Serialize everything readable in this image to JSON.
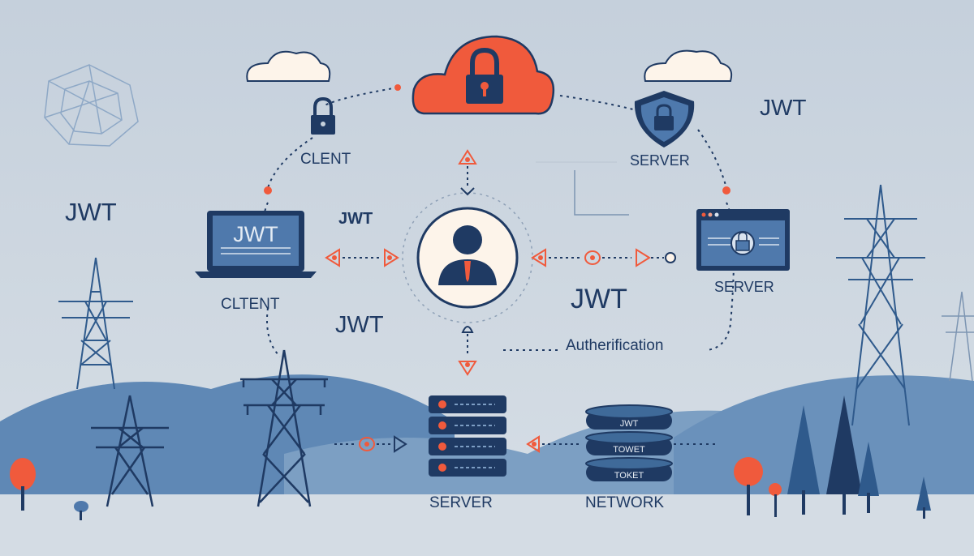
{
  "labels": {
    "jwt_top_right": "JWT",
    "jwt_left": "JWT",
    "jwt_upper_mid": "JWT",
    "jwt_lower_mid": "JWT",
    "jwt_right_mid": "JWT",
    "client_top": "CLENT",
    "client_laptop": "CLTENT",
    "server_shield": "SERVER",
    "server_window": "SERVER",
    "server_rack": "SERVER",
    "network": "NETWORK",
    "authentication": "Autherification",
    "laptop_screen": "JWT",
    "db_disk_1": "JWT",
    "db_disk_2": "TOWET",
    "db_disk_3": "TOKET"
  },
  "colors": {
    "accent": "#f05a3c",
    "navy": "#1f3a63",
    "steel": "#3f6a99",
    "hill": "#5c86b4",
    "background": "#cbd5df"
  },
  "icons": [
    "cloud-lock-icon",
    "padlock-icon",
    "shield-lock-icon",
    "user-icon",
    "laptop-icon",
    "browser-window-icon",
    "server-rack-icon",
    "database-icon",
    "transmission-tower-icon",
    "tree-icon",
    "cloud-icon",
    "network-globe-icon"
  ]
}
